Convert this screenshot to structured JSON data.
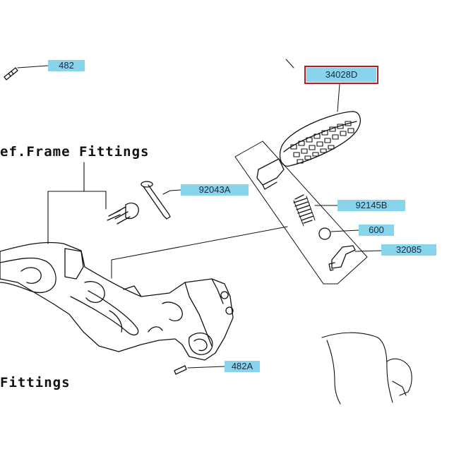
{
  "diagram": {
    "accent_color": "#87d4ec",
    "selected_outline_color": "#c0161e",
    "ref_texts": {
      "frame_fittings_top": "ef.Frame Fittings",
      "frame_fittings_bottom": "Fittings"
    },
    "parts": [
      {
        "id": "482",
        "selected": false
      },
      {
        "id": "34028D",
        "selected": true
      },
      {
        "id": "92043A",
        "selected": false
      },
      {
        "id": "92145B",
        "selected": false
      },
      {
        "id": "600",
        "selected": false
      },
      {
        "id": "32085",
        "selected": false
      },
      {
        "id": "482A",
        "selected": false
      }
    ]
  }
}
